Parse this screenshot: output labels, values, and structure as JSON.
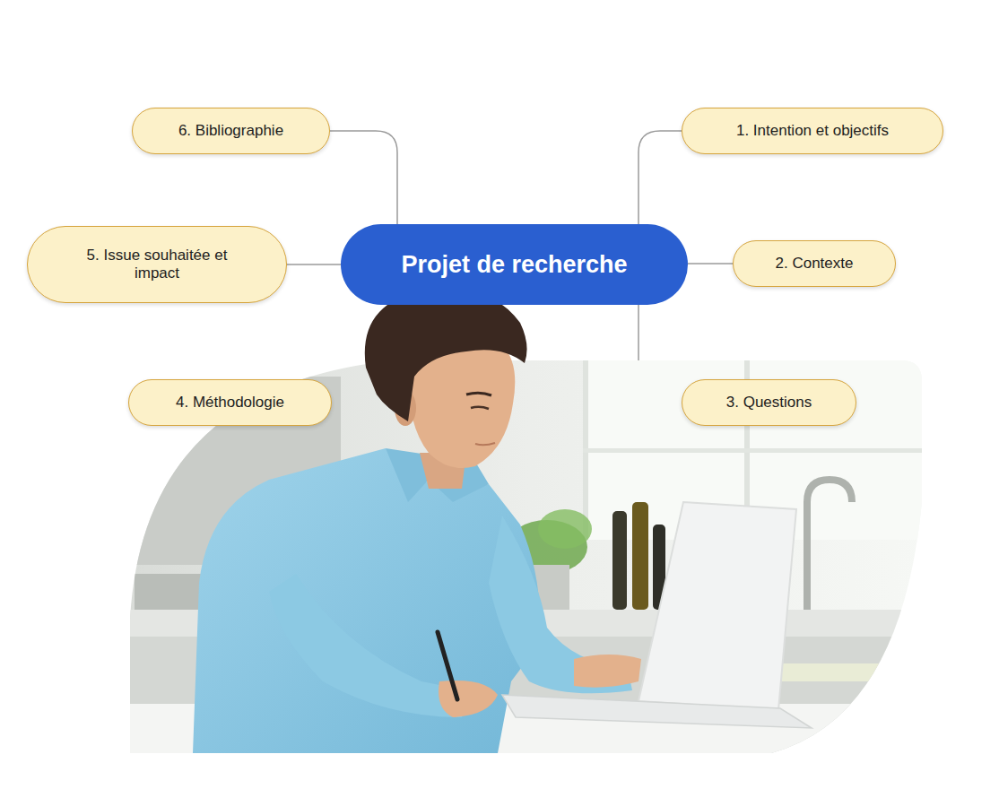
{
  "diagram": {
    "nodes": [
      {
        "text": [
          "Projet de recherche"
        ]
      },
      {
        "text": [
          "1. Intention et objectifs"
        ]
      },
      {
        "text": [
          "2. Contexte"
        ]
      },
      {
        "text": [
          "3. Questions"
        ]
      },
      {
        "text": [
          "4. Méthodologie"
        ]
      },
      {
        "text": [
          "5. Issue souhaitée et impact"
        ]
      },
      {
        "text": [
          "6. Bibliographie"
        ]
      }
    ],
    "edges": [
      {
        "from": 0,
        "to": 1,
        "arrow": "none"
      },
      {
        "from": 0,
        "to": 2,
        "arrow": "none"
      },
      {
        "from": 0,
        "to": 3,
        "arrow": "none"
      },
      {
        "from": 0,
        "to": 4,
        "arrow": "none"
      },
      {
        "from": 0,
        "to": 5,
        "arrow": "none"
      },
      {
        "from": 0,
        "to": 6,
        "arrow": "none"
      }
    ]
  }
}
